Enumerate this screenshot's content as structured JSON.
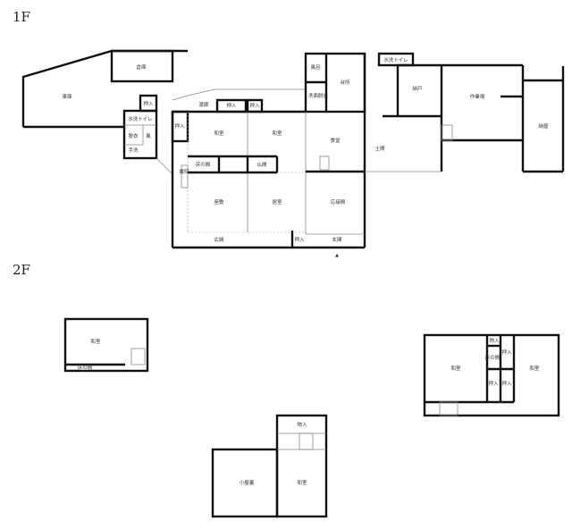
{
  "floors": {
    "first": "1F",
    "second": "2F"
  },
  "rooms_1f": {
    "storage": "倉庫",
    "garage": "車庫",
    "closet_a": "押入",
    "toilet_a": "水洗トイレ",
    "dressing_a": "脱衣",
    "bath_a": "風",
    "washbasin": "手洗",
    "closet_b": "押入",
    "corridor": "渡廊",
    "closet_c": "押入",
    "closet_d": "押入",
    "washitsu_a": "和室",
    "washitsu_b": "和室",
    "tokonoma": "床の間",
    "butsuma": "仏間",
    "shoin": "書院",
    "zashiki": "座敷",
    "kyoshitsu": "居室",
    "hiroen": "広縁",
    "bath": "風呂",
    "kitchen": "台所",
    "washroom": "洗面脱衣",
    "dining": "食堂",
    "reception": "応接間",
    "closet_e": "押入",
    "entrance": "玄関",
    "toilet_b": "水洗トイレ",
    "nando": "納戸",
    "doma": "土間",
    "workshop": "作業場",
    "barn": "納屋"
  },
  "rooms_2f": {
    "west_room": "和室",
    "west_tokonoma": "床の間",
    "east_room_a": "和室",
    "east_storage": "物入",
    "east_tokonoma": "床の間",
    "east_closet_a": "押入",
    "east_closet_b": "押入",
    "east_closet_c": "押入",
    "east_room_b": "和室",
    "attic": "小屋裏",
    "south_storage": "物入",
    "south_room": "和室"
  },
  "entrance_marker": "▲"
}
